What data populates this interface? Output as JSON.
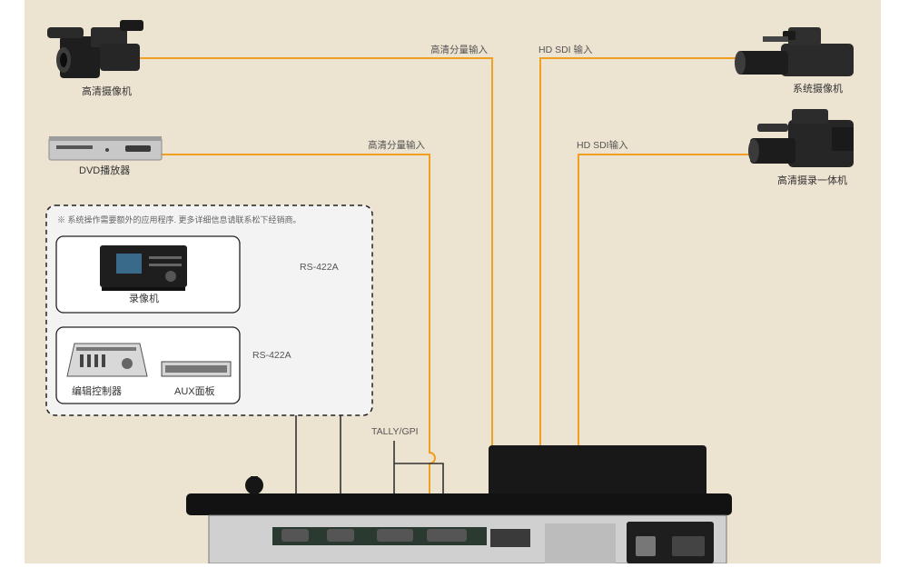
{
  "devices": {
    "hd_camcorder": "高清摄像机",
    "dvd_player": "DVD播放器",
    "system_camera": "系统摄像机",
    "hd_camcorder_integrated": "高清摄录一体机",
    "vtr": "录像机",
    "edit_controller": "编辑控制器",
    "aux_panel": "AUX面板"
  },
  "connections": {
    "component_in_1": "高清分量输入",
    "component_in_2": "高清分量输入",
    "hdsdi_in_1": "HD SDI 输入",
    "hdsdi_in_2": "HD SDI输入",
    "rs422a_1": "RS-422A",
    "rs422a_2": "RS-422A",
    "tally_gpi": "TALLY/GPI"
  },
  "note": "※  系统操作需要额外的应用程序. 更多详细信息请联系松下经销商。",
  "colors": {
    "background": "#ede3d1",
    "video_line": "#f0a020",
    "control_line": "#333333"
  }
}
